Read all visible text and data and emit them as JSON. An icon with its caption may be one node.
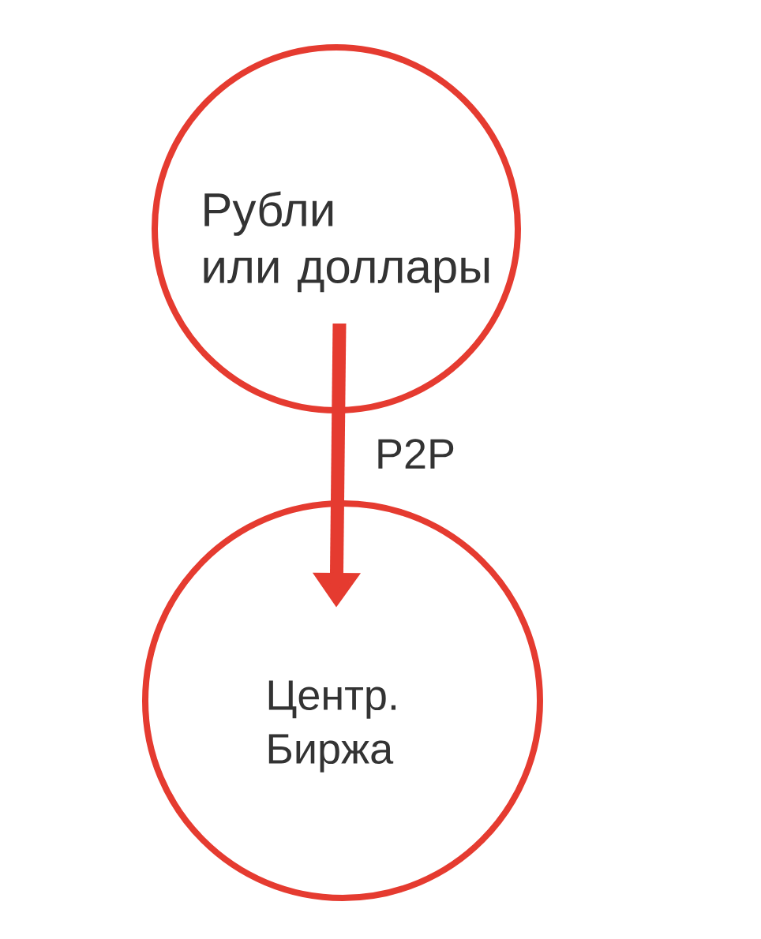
{
  "diagram": {
    "nodes": [
      {
        "text": [
          "Рубли или доллары"
        ]
      },
      {
        "text": [
          "Центр. Биржа"
        ]
      }
    ],
    "edges": [
      {
        "from": 0,
        "to": 1,
        "arrow": "to",
        "label": "P2P"
      }
    ]
  }
}
